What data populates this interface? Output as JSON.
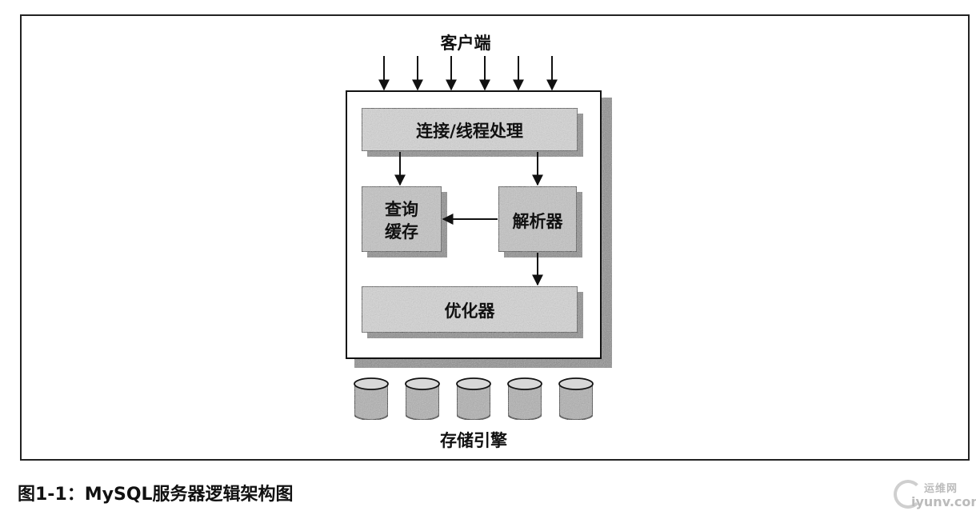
{
  "diagram": {
    "client_label": "客户端",
    "connection_label": "连接/线程处理",
    "query_cache_label_line1": "查询",
    "query_cache_label_line2": "缓存",
    "parser_label": "解析器",
    "optimizer_label": "优化器",
    "storage_label": "存储引擎"
  },
  "caption": "图1-1：MySQL服务器逻辑架构图",
  "watermark": {
    "cn": "运维网",
    "en": "iyunv.com"
  }
}
